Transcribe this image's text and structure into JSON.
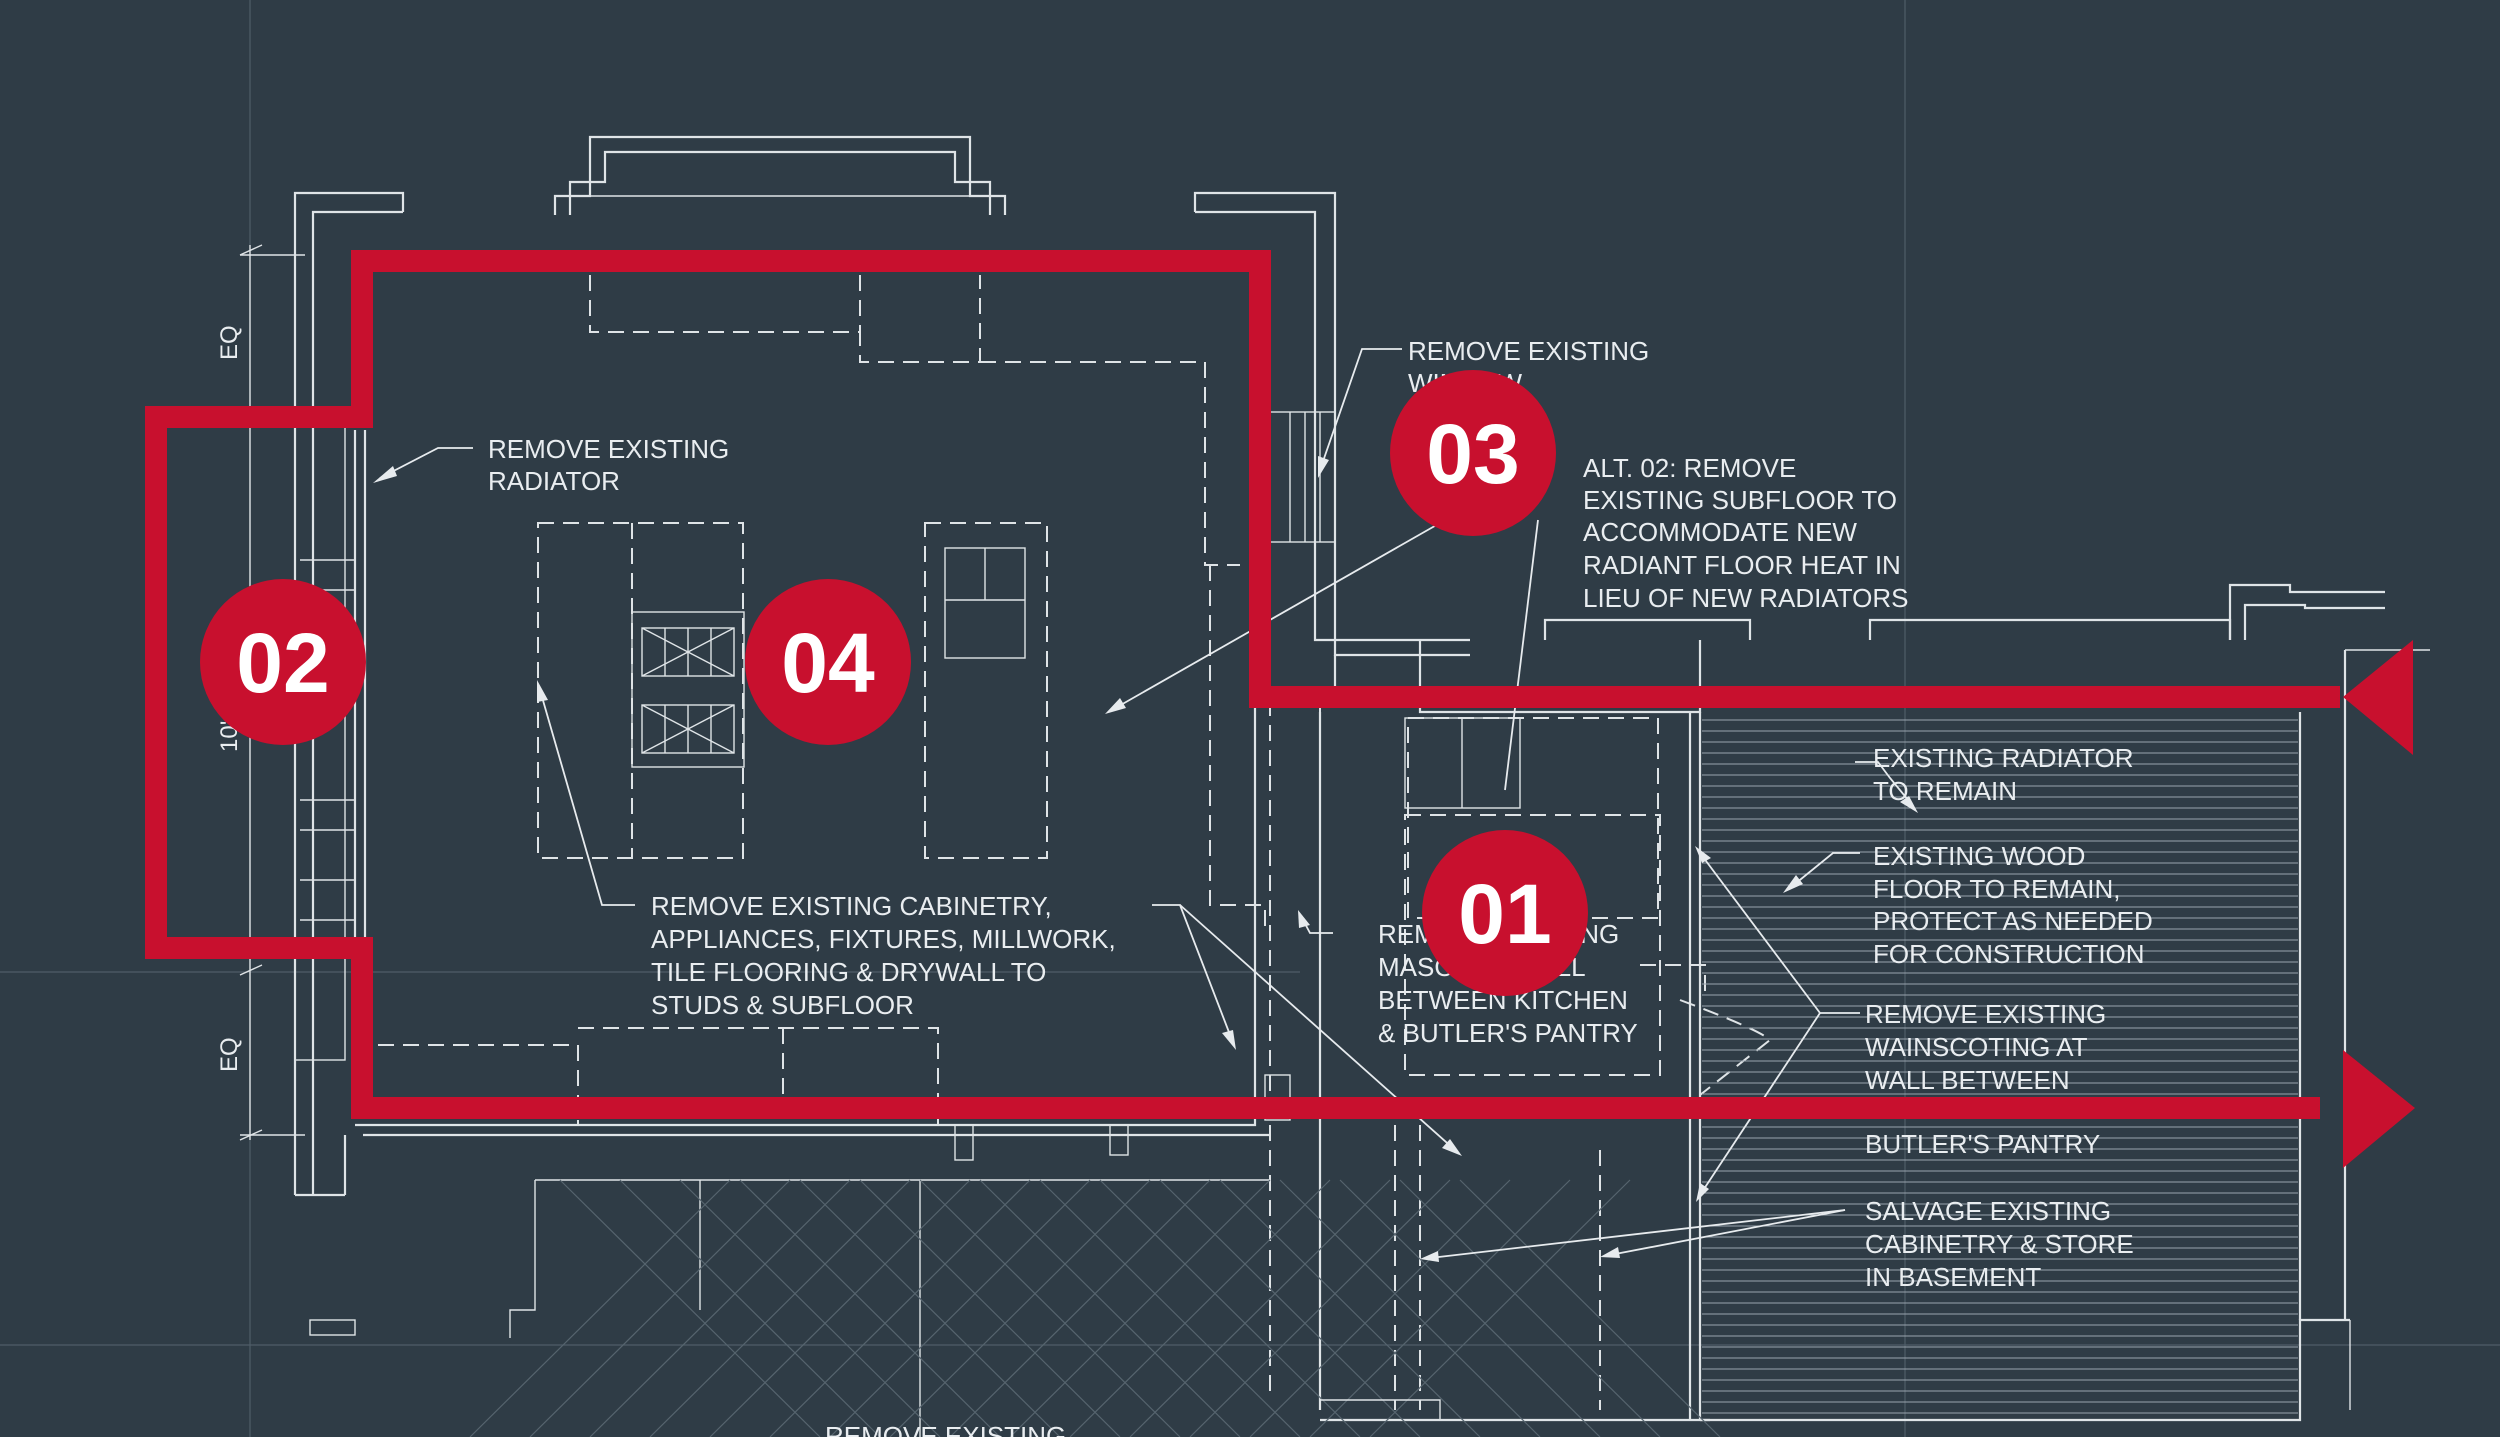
{
  "colors": {
    "background": "#2f3c46",
    "linework": "#dfe4e7",
    "accent": "#c8102e",
    "badge_text": "#ffffff"
  },
  "badges": {
    "b01": "01",
    "b02": "02",
    "b03": "03",
    "b04": "04"
  },
  "dimensions": {
    "eq_top": "EQ",
    "middle": "10'",
    "eq_bottom": "EQ"
  },
  "notes": {
    "radiator": [
      "REMOVE EXISTING",
      "RADIATOR"
    ],
    "window": [
      "REMOVE EXISTING",
      "WINDOW"
    ],
    "alt02": [
      "ALT. 02: REMOVE",
      "EXISTING SUBFLOOR TO",
      "ACCOMMODATE NEW",
      "RADIANT FLOOR HEAT IN",
      "LIEU OF NEW RADIATORS"
    ],
    "cabinetry": [
      "REMOVE EXISTING CABINETRY,",
      "APPLIANCES, FIXTURES, MILLWORK,",
      "TILE FLOORING & DRYWALL TO",
      "STUDS & SUBFLOOR"
    ],
    "masonry": [
      "REMOVE EXISTING",
      "MASONRY WALL",
      "BETWEEN KITCHEN",
      "& BUTLER'S PANTRY"
    ],
    "existing_radiator": [
      "EXISTING RADIATOR",
      "TO REMAIN"
    ],
    "wood_floor": [
      "EXISTING WOOD",
      "FLOOR TO REMAIN,",
      "PROTECT AS NEEDED",
      "FOR CONSTRUCTION"
    ],
    "wainscoting": [
      "REMOVE EXISTING",
      "WAINSCOTING AT",
      "WALL BETWEEN",
      "BUTLER'S PANTRY"
    ],
    "salvage": [
      "SALVAGE EXISTING",
      "CABINETRY & STORE",
      "IN BASEMENT"
    ],
    "bottom": [
      "REMOVE EXISTING"
    ]
  }
}
